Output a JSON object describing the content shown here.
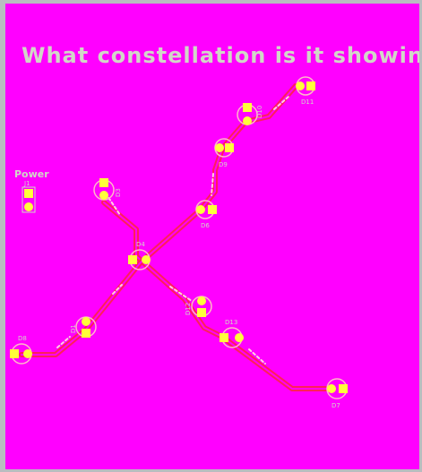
{
  "board": {
    "title": "What constellation is it showing?",
    "power_label": "Power",
    "colors": {
      "background": "#ff00ff",
      "outer": "#b9bcc0",
      "trace": "#ff1f5a",
      "trace_dash": "#ffd0e0",
      "pad": "#ffff3a",
      "silk": "#d2d6c8",
      "ring": "#ffb8c8"
    }
  },
  "designators": {
    "J1": "J1",
    "D1": "D1",
    "D3": "D3",
    "D4": "D4",
    "D6": "D6",
    "D7": "D7",
    "D8": "D8",
    "D9": "D9",
    "D10": "D10",
    "D11": "D11",
    "D12": "D12",
    "D13": "D13"
  }
}
